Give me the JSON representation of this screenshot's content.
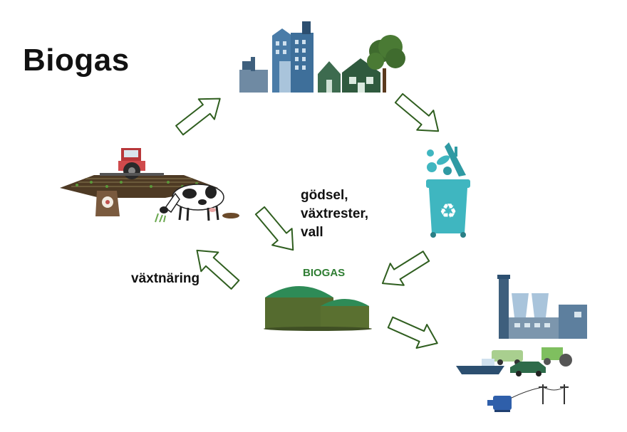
{
  "title": "Biogas",
  "labels": {
    "inputs": [
      "gödsel,",
      "växtrester,",
      "vall"
    ],
    "nutrient": "växtnäring",
    "plant": "BIOGAS"
  },
  "colors": {
    "arrow_stroke": "#2f5e1f",
    "plant_green": "#2e7d32",
    "building_blue": "#4a7ca8",
    "recycle_teal": "#3fb6c0"
  },
  "icons": [
    "city-icon",
    "tree-icon",
    "food-waste-icon",
    "recycling-bin-icon",
    "farm-field-icon",
    "tractor-icon",
    "fertilizer-sack-icon",
    "cow-icon",
    "biogas-plant-icon",
    "factory-icon",
    "vehicles-icon",
    "ship-icon",
    "power-line-icon",
    "motor-icon"
  ]
}
